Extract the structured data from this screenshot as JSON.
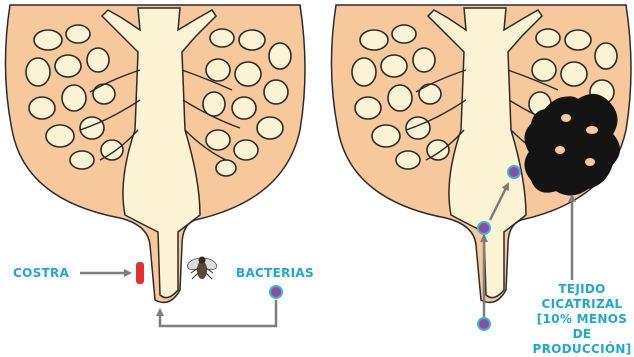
{
  "labels": {
    "costra": "COSTRA",
    "bacterias": "BACTERIAS",
    "tejido_lines": [
      "TEJIDO",
      "CICATRIZAL",
      "[10% MENOS DE",
      "PRODUCCIÓN]"
    ]
  },
  "colors": {
    "udder_fill": "#f6c89c",
    "duct_fill": "#fcf3d4",
    "outline": "#2b2b2b",
    "label_text": "#1fa9c9",
    "arrow": "#7d7d7d",
    "scab": "#e03030",
    "bacteria_fill": "#8a4fa5",
    "bacteria_edge": "#3fb7c8",
    "scar_tissue": "#141414"
  },
  "icons": {
    "fly": "fly-icon",
    "bacteria": "bacteria-icon",
    "scab": "scab-mark"
  }
}
